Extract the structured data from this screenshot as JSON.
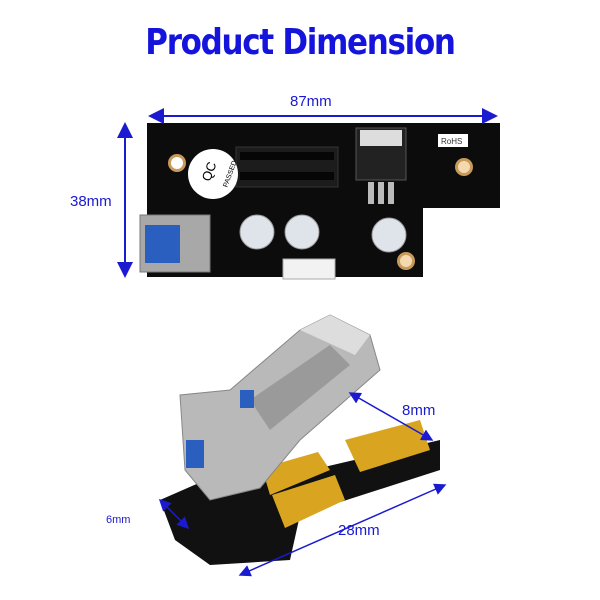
{
  "title": "Product Dimension",
  "dimensions": {
    "width": "87mm",
    "height": "38mm",
    "connector_width": "8mm",
    "thickness": "6mm",
    "length": "28mm"
  },
  "board_markings": {
    "qc_sticker_line1": "QC",
    "qc_sticker_line2": "PASSED",
    "rohs": "RoHS"
  },
  "colors": {
    "title": "#1414dc",
    "dimension_lines": "#1a1ad0",
    "pcb": "#0c0c0c",
    "gold": "#d9a520"
  }
}
